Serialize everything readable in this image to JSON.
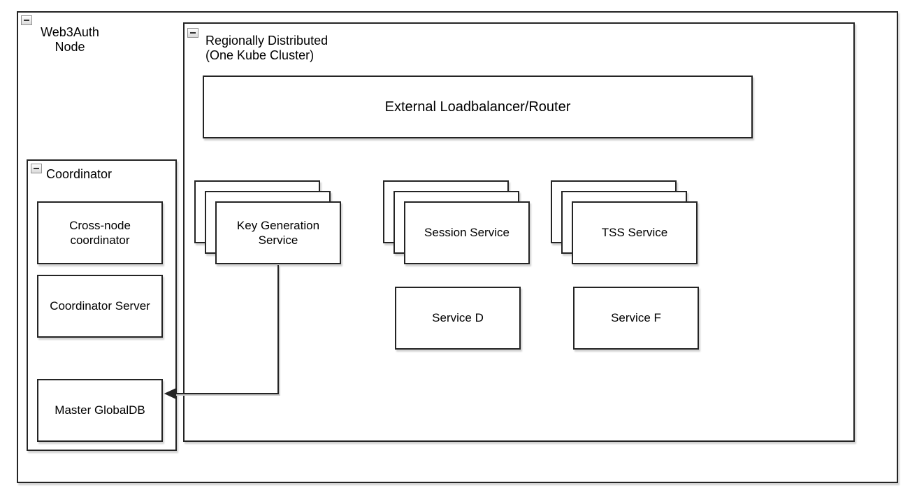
{
  "diagram": {
    "groups": {
      "web3auth_node": {
        "label": "Web3Auth\nNode"
      },
      "regionally_distributed": {
        "label": "Regionally Distributed\n(One Kube Cluster)"
      },
      "coordinator": {
        "label": "Coordinator"
      }
    },
    "nodes": {
      "external_loadbalancer": {
        "label": "External Loadbalancer/Router"
      },
      "key_generation_service": {
        "label": "Key Generation\nService",
        "replicas": 3
      },
      "session_service": {
        "label": "Session Service",
        "replicas": 3
      },
      "tss_service": {
        "label": "TSS Service",
        "replicas": 3
      },
      "service_d": {
        "label": "Service D"
      },
      "service_f": {
        "label": "Service F"
      },
      "cross_node_coordinator": {
        "label": "Cross-node\ncoordinator"
      },
      "coordinator_server": {
        "label": "Coordinator Server"
      },
      "master_globaldb": {
        "label": "Master GlobalDB"
      }
    },
    "edges": [
      {
        "from": "key_generation_service",
        "to": "master_globaldb",
        "style": "orthogonal",
        "arrowhead": "filled-left"
      }
    ],
    "icons": {
      "collapse": "minus-square"
    },
    "colors": {
      "stroke": "#242424",
      "fill": "#ffffff",
      "background": "#ffffff",
      "shadow": "rgba(0,0,0,0.18)"
    }
  }
}
